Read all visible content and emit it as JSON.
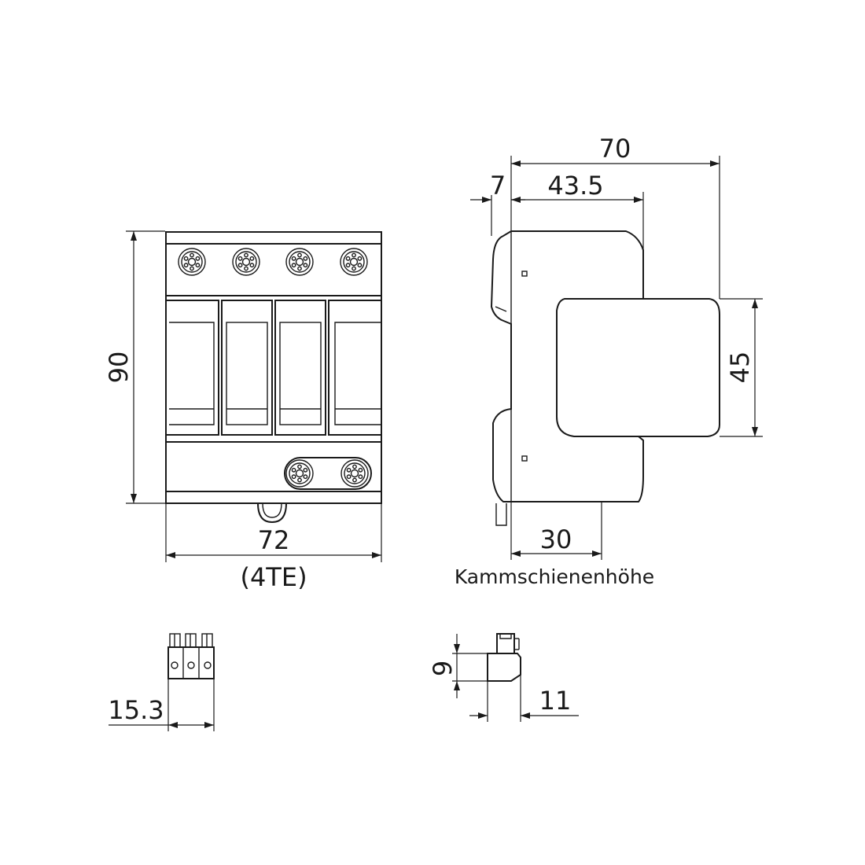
{
  "dimensions": {
    "height_front": "90",
    "width_front": "72",
    "modules": "(4TE)",
    "depth_total": "70",
    "offset_rail": "7",
    "depth_to_front": "43.5",
    "front_height": "45",
    "busbar_height_value": "30",
    "busbar_height_label": "Kammschienenhöhe",
    "connector_width": "15.3",
    "connector_height": "9",
    "connector_depth": "11"
  }
}
